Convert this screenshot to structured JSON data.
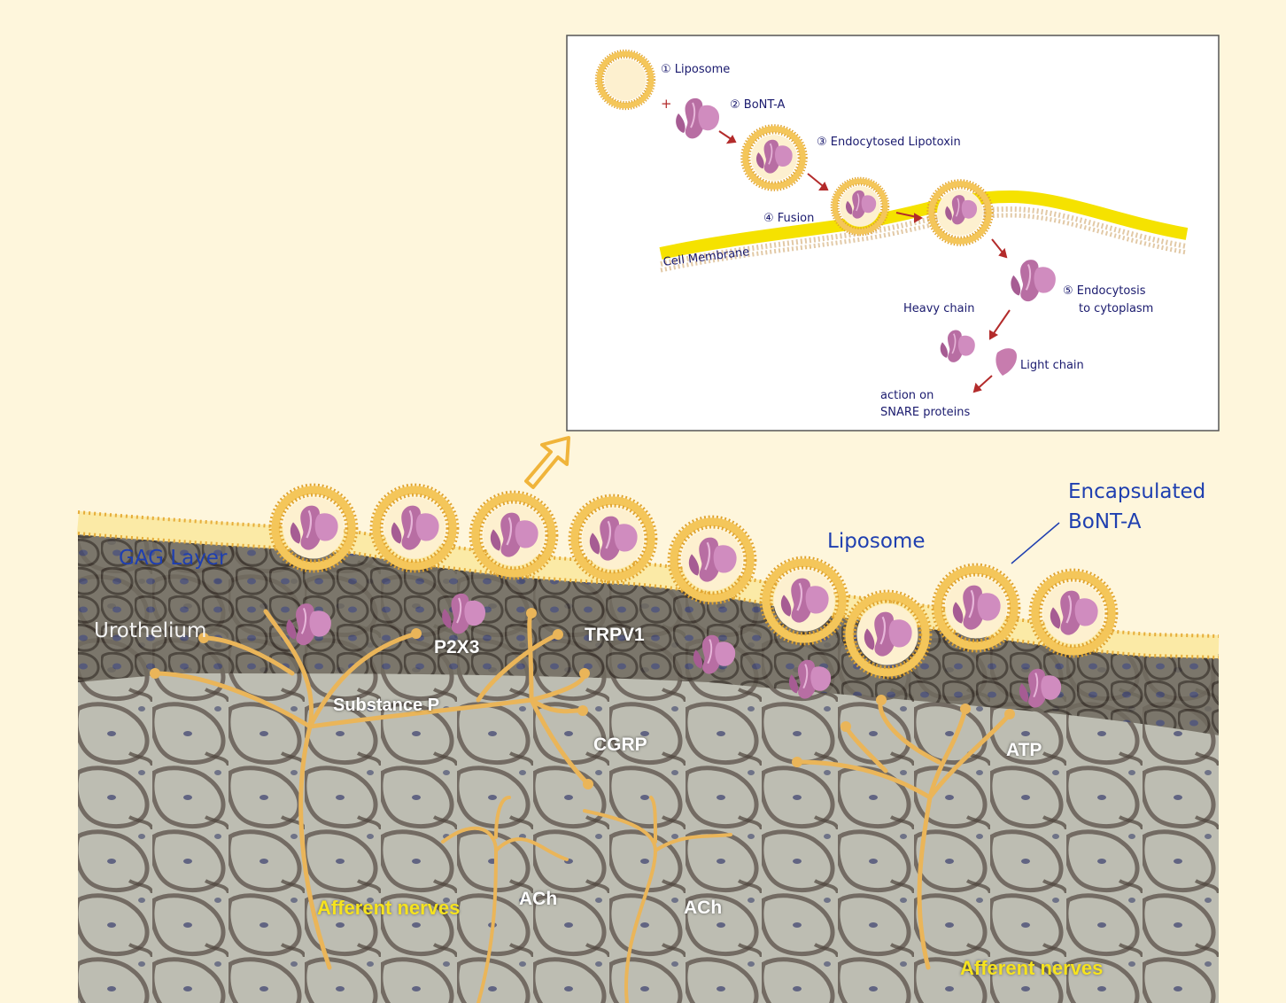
{
  "inset": {
    "liposome": "① Liposome",
    "plus": "+",
    "bont_a": "② BoNT-A",
    "endocytosed": "③ Endocytosed Lipotoxin",
    "fusion": "④ Fusion",
    "cell_membrane": "Cell Membrane",
    "endocytosis_line1": "⑤ Endocytosis",
    "endocytosis_line2": "to cytoplasm",
    "heavy_chain": "Heavy chain",
    "light_chain": "Light chain",
    "action_line1": "action on",
    "action_line2": "SNARE  proteins"
  },
  "tissue": {
    "gag_layer": "GAG Layer",
    "liposome": "Liposome",
    "encapsulated_line1": "Encapsulated",
    "encapsulated_line2": "BoNT-A",
    "urothelium": "Urothelium",
    "p2x3": "P2X3",
    "trpv1": "TRPV1",
    "substance_p": "Substance P",
    "cgrp": "CGRP",
    "atp": "ATP",
    "ach_left": "ACh",
    "ach_right": "ACh",
    "afferent_left": "Afferent nerves",
    "afferent_right": "Afferent nerves"
  },
  "colors": {
    "background": "#fef6dc",
    "liposome_ring": "#f0b43a",
    "liposome_fill": "#fdf3d2",
    "toxin": "#c77cae",
    "nerve": "#eab559",
    "membrane_yellow": "#f5e200",
    "label_blue": "#1f3fb0",
    "label_yellow": "#f6e31e",
    "tissue_base": "#b9b8ae"
  }
}
